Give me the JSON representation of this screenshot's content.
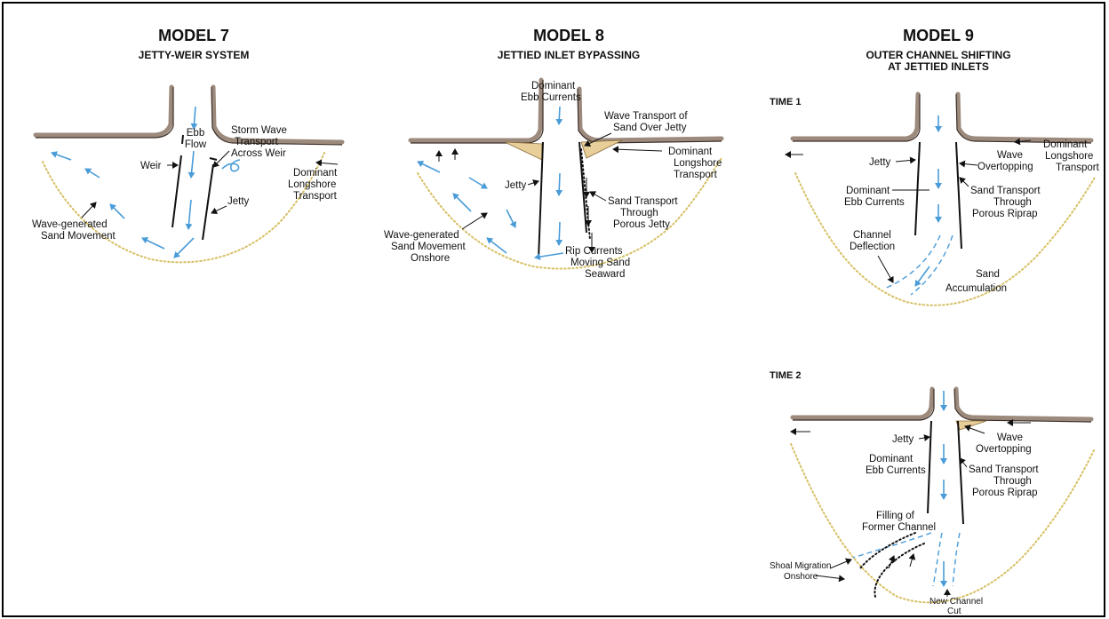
{
  "models": [
    {
      "title": "MODEL 7",
      "subtitle": "JETTY-WEIR SYSTEM",
      "labels": {
        "ebb_flow_1": "Ebb",
        "ebb_flow_2": "Flow",
        "storm_1": "Storm Wave",
        "storm_2": "Transport",
        "storm_3": "Across Weir",
        "weir": "Weir",
        "jetty": "Jetty",
        "dominant_1": "Dominant",
        "dominant_2": "Longshore",
        "dominant_3": "Transport",
        "wave_gen_1": "Wave-generated",
        "wave_gen_2": "Sand Movement"
      }
    },
    {
      "title": "MODEL 8",
      "subtitle": "JETTIED INLET BYPASSING",
      "labels": {
        "ebb_1": "Dominant",
        "ebb_2": "Ebb Currents",
        "wave_over_1": "Wave Transport of",
        "wave_over_2": "Sand Over Jetty",
        "dominant_1": "Dominant",
        "dominant_2": "Longshore",
        "dominant_3": "Transport",
        "jetty": "Jetty",
        "sand_through_1": "Sand Transport",
        "sand_through_2": "Through",
        "sand_through_3": "Porous Jetty",
        "wave_gen_1": "Wave-generated",
        "wave_gen_2": "Sand Movement",
        "wave_gen_3": "Onshore",
        "rip_1": "Rip Currents",
        "rip_2": "Moving Sand",
        "rip_3": "Seaward"
      }
    },
    {
      "title": "MODEL 9",
      "subtitle_1": "OUTER CHANNEL SHIFTING",
      "subtitle_2": "AT JETTIED INLETS",
      "time1": {
        "label": "TIME 1",
        "jetty": "Jetty",
        "dominant_lt_1": "Dominant",
        "dominant_lt_2": "Longshore",
        "dominant_lt_3": "Transport",
        "wave_over_1": "Wave",
        "wave_over_2": "Overtopping",
        "ebb_1": "Dominant",
        "ebb_2": "Ebb Currents",
        "sand_rip_1": "Sand Transport",
        "sand_rip_2": "Through",
        "sand_rip_3": "Porous Riprap",
        "deflect_1": "Channel",
        "deflect_2": "Deflection",
        "accum_1": "Sand",
        "accum_2": "Accumulation"
      },
      "time2": {
        "label": "TIME 2",
        "jetty": "Jetty",
        "wave_over_1": "Wave",
        "wave_over_2": "Overtopping",
        "ebb_1": "Dominant",
        "ebb_2": "Ebb Currents",
        "sand_rip_1": "Sand Transport",
        "sand_rip_2": "Through",
        "sand_rip_3": "Porous Riprap",
        "filling_1": "Filling of",
        "filling_2": "Former Channel",
        "shoal_1": "Shoal Migration",
        "shoal_2": "Onshore",
        "newcut_1": "New Channel",
        "newcut_2": "Cut"
      }
    }
  ],
  "colors": {
    "current": "#4a9cd8",
    "shoal": "#d6bf63",
    "shore": "#9c8a7d",
    "sand_wedge": "#e8cf9a"
  }
}
